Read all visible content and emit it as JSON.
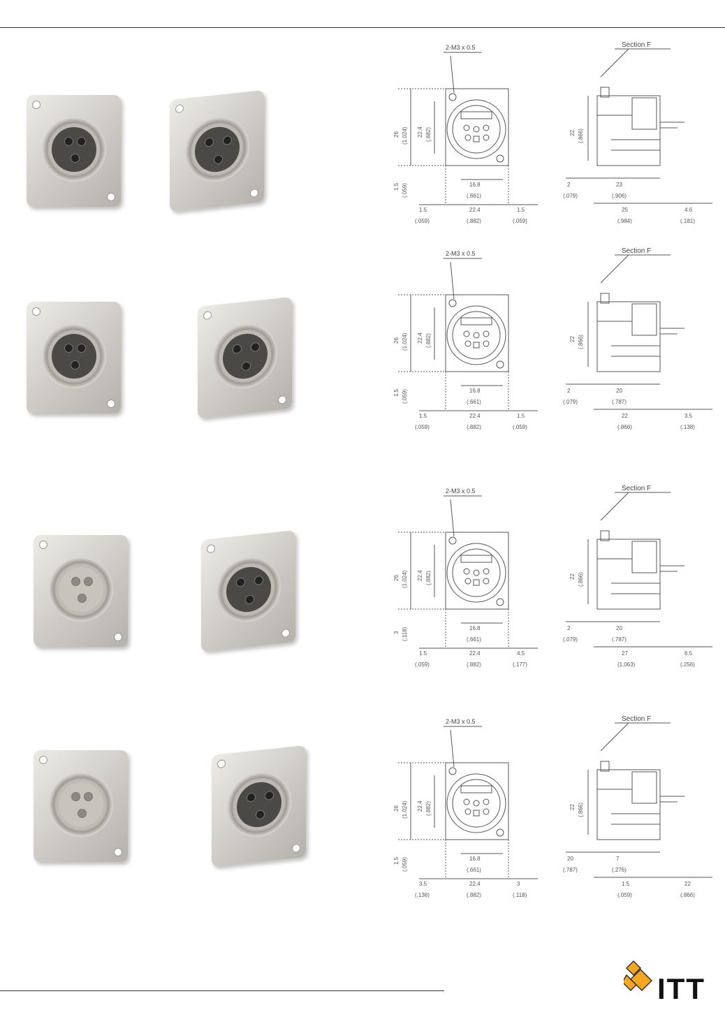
{
  "drawings": [
    {
      "note": "2-M3 x 0.5",
      "section": "Section F",
      "front_dims": [
        "26",
        "(1.024)",
        "22.4",
        "(.882)",
        "1.5",
        "(.059)",
        "16.8",
        "(.661)",
        "1.5",
        "(.059)",
        "22.4",
        "(.882)",
        "1.5",
        "(.059)"
      ],
      "side_dims": [
        "22",
        "(.866)",
        "2",
        "(.079)",
        "23",
        "(.906)",
        "25",
        "(.984)",
        "4.6",
        "(.181)"
      ]
    },
    {
      "note": "2-M3 x 0.5",
      "section": "Section F",
      "front_dims": [
        "26",
        "(1.024)",
        "22.4",
        "(.882)",
        "1.5",
        "(.059)",
        "16.8",
        "(.661)",
        "1.5",
        "(.059)",
        "22.4",
        "(.882)",
        "1.5",
        "(.059)"
      ],
      "side_dims": [
        "22",
        "(.866)",
        "2",
        "(.079)",
        "20",
        "(.787)",
        "22",
        "(.866)",
        "3.5",
        "(.138)"
      ]
    },
    {
      "note": "2-M3 x 0.5",
      "section": "Section F",
      "front_dims": [
        "26",
        "(1.024)",
        "22.4",
        "(.882)",
        "3",
        "(.118)",
        "16.8",
        "(.661)",
        "1.5",
        "(.059)",
        "22.4",
        "(.882)",
        "4.5",
        "(.177)"
      ],
      "side_dims": [
        "22",
        "(.866)",
        "2",
        "(.079)",
        "20",
        "(.787)",
        "27",
        "(1.063)",
        "6.5",
        "(.256)"
      ]
    },
    {
      "note": "2-M3 x 0.5",
      "section": "Section F",
      "front_dims": [
        "26",
        "(1.024)",
        "22.4",
        "(.882)",
        "1.5",
        "(.059)",
        "16.8",
        "(.661)",
        "3.5",
        "(.138)",
        "22.4",
        "(.882)",
        "3",
        "(.118)"
      ],
      "side_dims": [
        "22",
        "(.866)",
        "20",
        "(.787)",
        "7",
        "(.276)",
        "1.5",
        "(.059)",
        "22",
        "(.866)"
      ]
    }
  ],
  "photos": [
    {
      "row": 1,
      "views": [
        "front",
        "rear"
      ]
    },
    {
      "row": 2,
      "views": [
        "front",
        "rear"
      ]
    },
    {
      "row": 3,
      "views": [
        "front",
        "rear"
      ]
    },
    {
      "row": 4,
      "views": [
        "front",
        "rear"
      ]
    }
  ],
  "logo": {
    "text": "ITT",
    "color": "#f5a623"
  },
  "colors": {
    "rule": "#333333",
    "line": "#555555"
  }
}
